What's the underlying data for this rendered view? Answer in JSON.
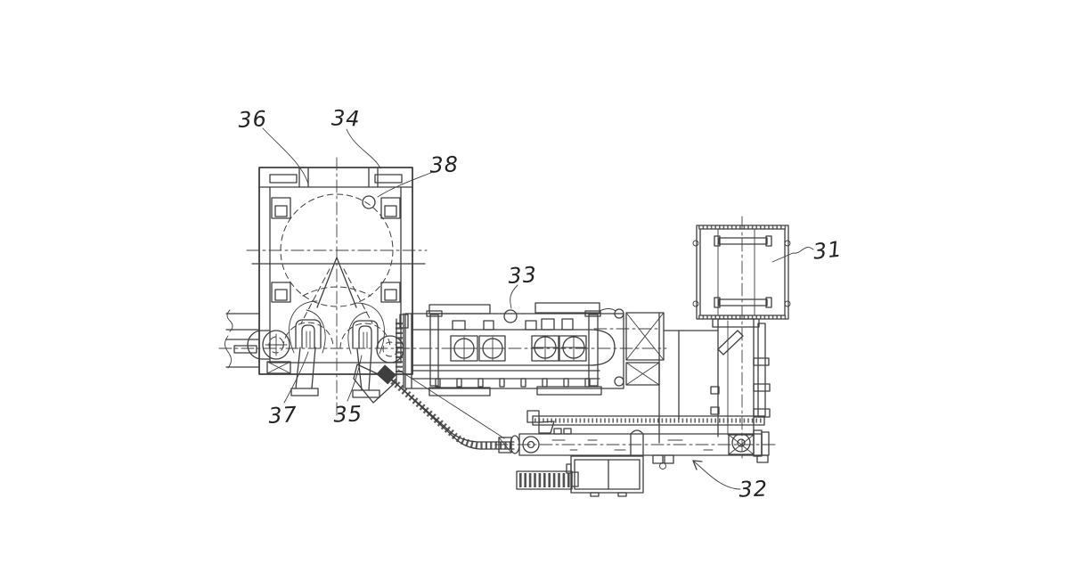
{
  "figure": {
    "background_color": "#ffffff",
    "line_color": "#3f3f3f",
    "label_color": "#222222"
  },
  "labels": {
    "n31": {
      "text": "31"
    },
    "n32": {
      "text": "32"
    },
    "n33": {
      "text": "33"
    },
    "n34": {
      "text": "34"
    },
    "n35": {
      "text": "35"
    },
    "n36": {
      "text": "36"
    },
    "n37": {
      "text": "37"
    },
    "n38": {
      "text": "38"
    }
  }
}
